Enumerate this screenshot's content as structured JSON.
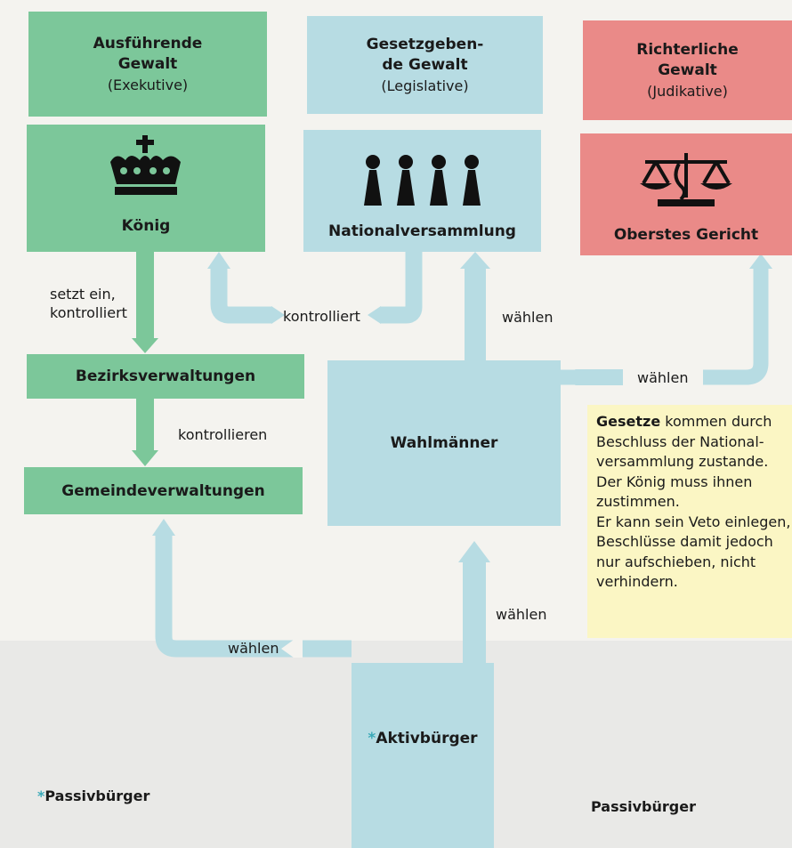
{
  "columns": {
    "executive": {
      "title_line1": "Ausführende",
      "title_line2": "Gewalt",
      "subtitle": "(Exekutive)",
      "organ": "König",
      "icon": "crown-icon"
    },
    "legislative": {
      "title_line1": "Gesetzgeben-",
      "title_line2": "de Gewalt",
      "subtitle": "(Legislative)",
      "organ": "Nationalversammlung",
      "icon": "people-icon"
    },
    "judicial": {
      "title_line1": "Richterliche",
      "title_line2": "Gewalt",
      "subtitle": "(Judikative)",
      "organ": "Oberstes Gericht",
      "icon": "scales-icon"
    }
  },
  "boxes": {
    "district": "Bezirksverwaltungen",
    "municipal": "Gemeindeverwaltungen",
    "electors": "Wahlmänner",
    "active_citizens": "Aktivbürger",
    "passive_left": "Passivbürger",
    "passive_right": "Passivbürger",
    "asterisk": "*"
  },
  "labels": {
    "king_controls_line1": "setzt ein,",
    "king_controls_line2": "kontrolliert",
    "controls": "kontrolliert",
    "elect_national": "wählen",
    "elect_court": "wählen",
    "controls_plural": "kontrollieren",
    "elect_municipal": "wählen",
    "elect_electors": "wählen"
  },
  "note": {
    "bold": "Gesetze",
    "line1_rest": " kommen durch",
    "line2": "Beschluss der National-",
    "line3": "versammlung zustande.",
    "line4": "Der König muss ihnen",
    "line5": "zustimmen.",
    "line6": "Er kann sein Veto einlegen,",
    "line7": "Beschlüsse damit jedoch",
    "line8": "nur aufschieben, nicht",
    "line9": "verhindern."
  },
  "colors": {
    "executive": "#7cc79a",
    "legislative": "#b7dce3",
    "judicial": "#ea8a88",
    "note": "#fbf6c4",
    "asterisk": "#3aa9b8"
  }
}
